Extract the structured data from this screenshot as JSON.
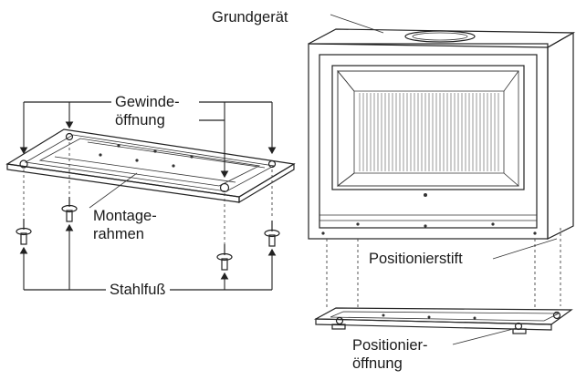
{
  "labels": {
    "grundgeraet": "Grundgerät",
    "gewinde_1": "Gewinde-",
    "gewinde_2": "öffnung",
    "montage_1": "Montage-",
    "montage_2": "rahmen",
    "positionierstift": "Positionierstift",
    "stahlfuss": "Stahlfuß",
    "positionier_1": "Positionier-",
    "positionier_2": "öffnung"
  }
}
